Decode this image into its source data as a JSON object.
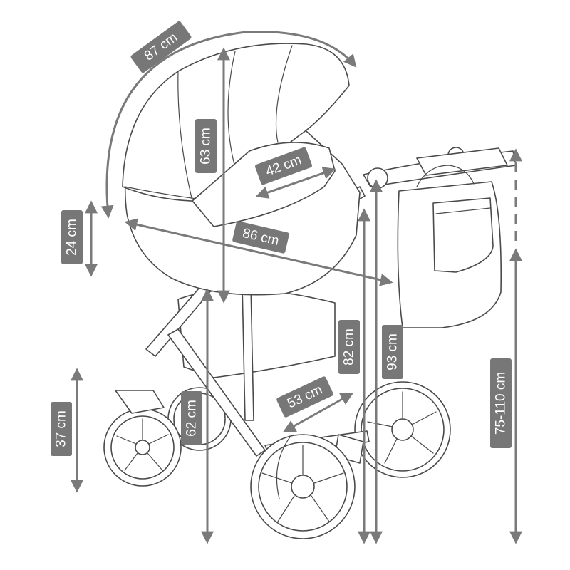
{
  "colors": {
    "dimension": "#7a7a7a",
    "badge": "#777777",
    "outline": "#4a4a4a",
    "background": "#ffffff"
  },
  "dimensions": {
    "canopy_arc": "87 cm",
    "canopy_height": "63 cm",
    "bassinet_width": "42 cm",
    "bassinet_length": "86 cm",
    "bassinet_depth": "24 cm",
    "seat_height": "62 cm",
    "frame_height": "82 cm",
    "total_height": "93 cm",
    "handle_height": "75-110 cm",
    "wheel_diameter": "37 cm",
    "wheelbase_width": "53 cm"
  }
}
